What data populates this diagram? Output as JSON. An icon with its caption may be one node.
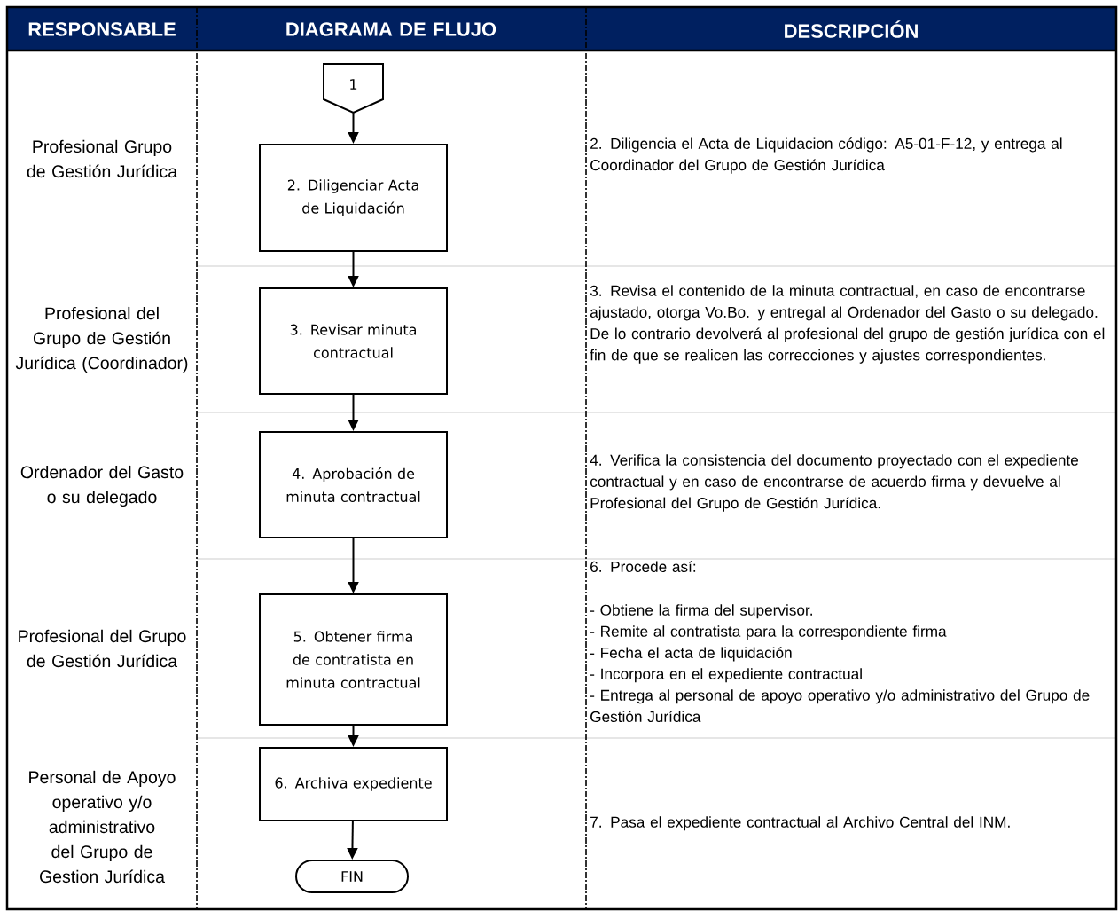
{
  "diagram": {
    "nodes": [
      {
        "text": [
          "1"
        ]
      },
      {
        "text": [
          "2. Diligenciar Acta de Liquidación"
        ]
      },
      {
        "text": [
          "3. Revisar minuta contractual"
        ]
      },
      {
        "text": [
          "4. Aprobación de minuta contractual"
        ]
      },
      {
        "text": [
          "5. Obtener firma de contratista en minuta contractual"
        ]
      },
      {
        "text": [
          "6. Archiva expediente"
        ]
      },
      {
        "text": [
          "FIN"
        ]
      }
    ],
    "edges": [
      {
        "from": 0,
        "to": 1,
        "arrow": "to"
      },
      {
        "from": 1,
        "to": 2,
        "arrow": "to"
      },
      {
        "from": 2,
        "to": 3,
        "arrow": "to"
      },
      {
        "from": 3,
        "to": 4,
        "arrow": "to"
      },
      {
        "from": 4,
        "to": 5,
        "arrow": "to"
      },
      {
        "from": 5,
        "to": 6,
        "arrow": "to"
      }
    ],
    "labels": [
      "RESPONSABLE",
      "DIAGRAMA DE FLUJO",
      "DESCRIPCIÓN",
      "Profesional Grupo de Gestión Jurídica",
      "2. Diligencia el Acta de Liquidacion código: A5-01-F-12, y entrega al Coordinador del Grupo de Gestión Jurídica",
      "Profesional del Grupo de Gestión Jurídica (Coordinador)",
      "3. Revisa el contenido de la minuta contractual, en caso de encontrarse ajustado, otorga Vo.Bo. y entregal al Ordenador del Gasto o su delegado. De lo contrario devolverá al profesional del grupo de gestión jurídica con el fin de que se realicen las correcciones y ajustes correspondientes.",
      "Ordenador del Gasto o su delegado",
      "4. Verifica la consistencia del documento proyectado con el expediente contractual y en caso de encontrarse de acuerdo firma y devuelve al Profesional del Grupo de Gestión Jurídica.",
      "Profesional del Grupo de Gestión Jurídica",
      "6. Procede así:",
      "- Obtiene la firma del supervisor.",
      "- Remite al contratista para la correspondiente firma",
      "- Fecha el acta de liquidación",
      "- Incorpora en el expediente contractual",
      "- Entrega al personal de apoyo operativo y/o administrativo del Grupo de Gestión Jurídica",
      "Personal de Apoyo operativo y/o administrativo del Grupo de Gestion Jurídica",
      "7. Pasa el expediente contractual al Archivo Central del INM."
    ]
  }
}
